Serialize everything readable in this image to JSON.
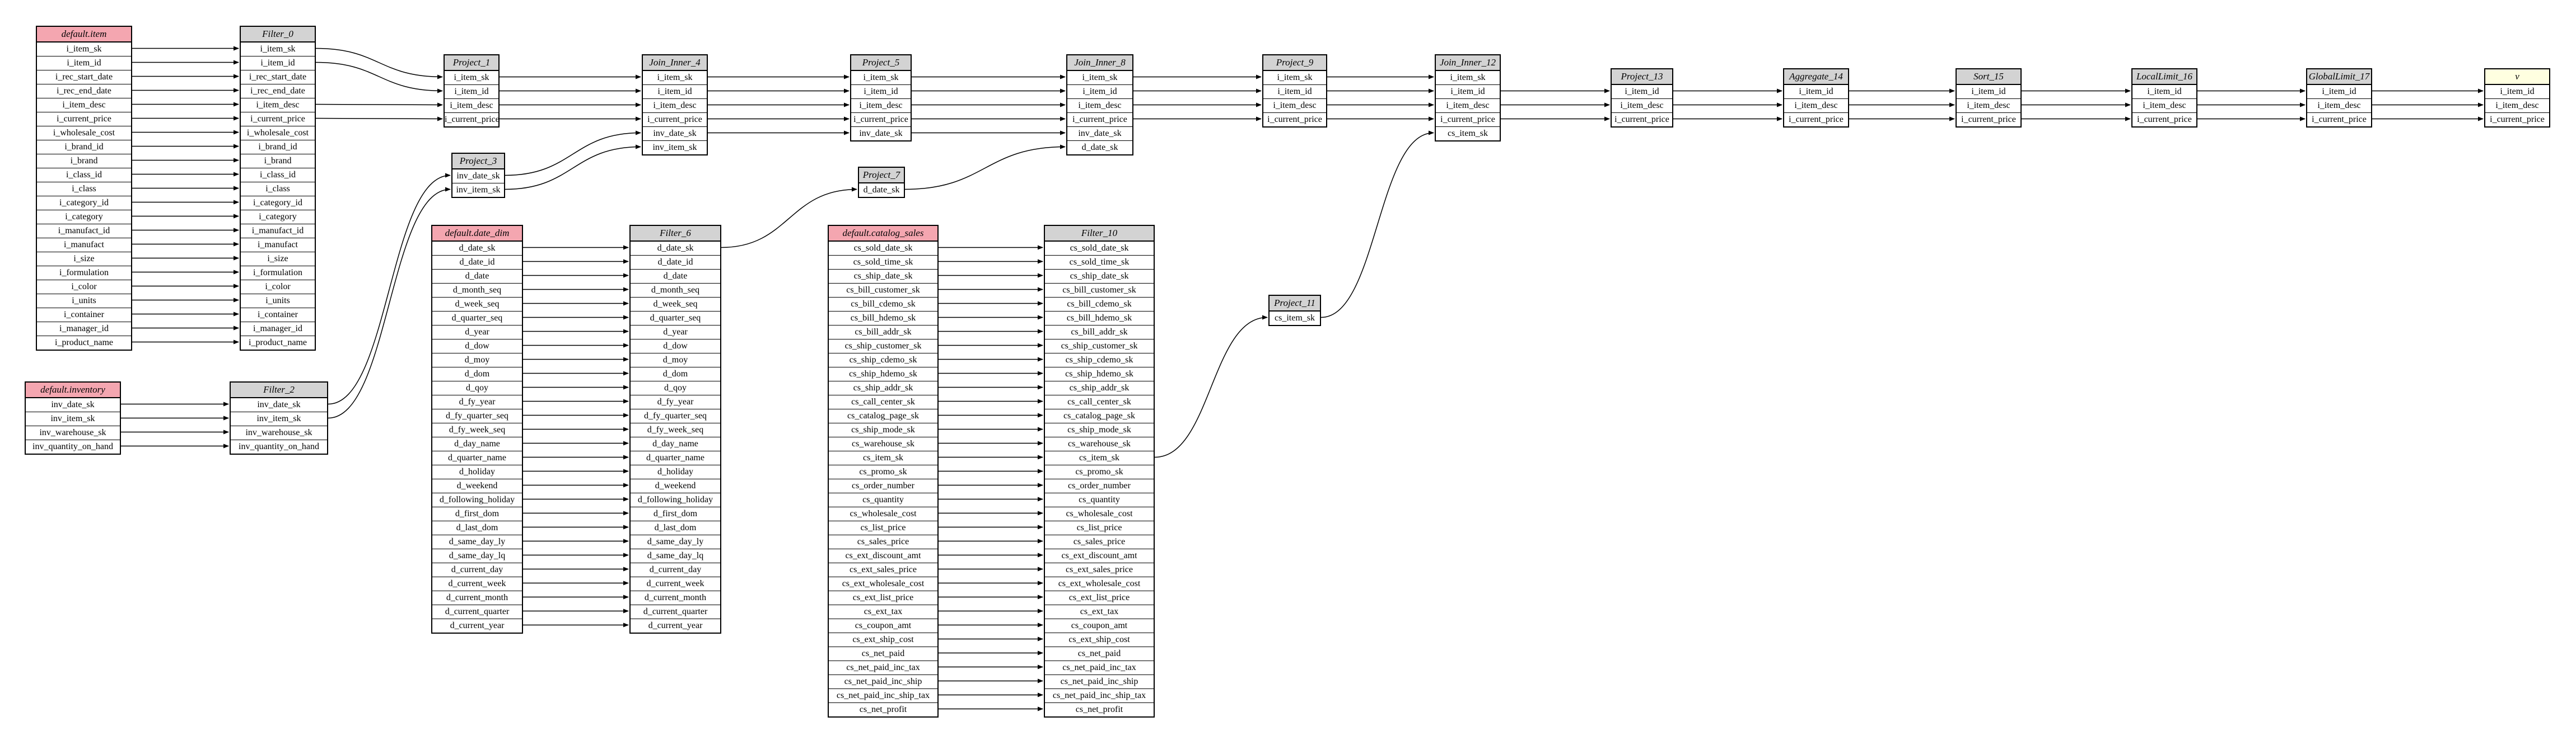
{
  "nodes": [
    {
      "id": "default_item",
      "title": "default.item",
      "kind": "src",
      "cols": [
        "i_item_sk",
        "i_item_id",
        "i_rec_start_date",
        "i_rec_end_date",
        "i_item_desc",
        "i_current_price",
        "i_wholesale_cost",
        "i_brand_id",
        "i_brand",
        "i_class_id",
        "i_class",
        "i_category_id",
        "i_category",
        "i_manufact_id",
        "i_manufact",
        "i_size",
        "i_formulation",
        "i_color",
        "i_units",
        "i_container",
        "i_manager_id",
        "i_product_name"
      ]
    },
    {
      "id": "Filter_0",
      "title": "Filter_0",
      "kind": "op",
      "cols": [
        "i_item_sk",
        "i_item_id",
        "i_rec_start_date",
        "i_rec_end_date",
        "i_item_desc",
        "i_current_price",
        "i_wholesale_cost",
        "i_brand_id",
        "i_brand",
        "i_class_id",
        "i_class",
        "i_category_id",
        "i_category",
        "i_manufact_id",
        "i_manufact",
        "i_size",
        "i_formulation",
        "i_color",
        "i_units",
        "i_container",
        "i_manager_id",
        "i_product_name"
      ]
    },
    {
      "id": "default_inventory",
      "title": "default.inventory",
      "kind": "src",
      "cols": [
        "inv_date_sk",
        "inv_item_sk",
        "inv_warehouse_sk",
        "inv_quantity_on_hand"
      ]
    },
    {
      "id": "Filter_2",
      "title": "Filter_2",
      "kind": "op",
      "cols": [
        "inv_date_sk",
        "inv_item_sk",
        "inv_warehouse_sk",
        "inv_quantity_on_hand"
      ]
    },
    {
      "id": "Project_1",
      "title": "Project_1",
      "kind": "op",
      "cols": [
        "i_item_sk",
        "i_item_id",
        "i_item_desc",
        "i_current_price"
      ]
    },
    {
      "id": "Project_3",
      "title": "Project_3",
      "kind": "op",
      "cols": [
        "inv_date_sk",
        "inv_item_sk"
      ]
    },
    {
      "id": "default_date_dim",
      "title": "default.date_dim",
      "kind": "src",
      "cols": [
        "d_date_sk",
        "d_date_id",
        "d_date",
        "d_month_seq",
        "d_week_seq",
        "d_quarter_seq",
        "d_year",
        "d_dow",
        "d_moy",
        "d_dom",
        "d_qoy",
        "d_fy_year",
        "d_fy_quarter_seq",
        "d_fy_week_seq",
        "d_day_name",
        "d_quarter_name",
        "d_holiday",
        "d_weekend",
        "d_following_holiday",
        "d_first_dom",
        "d_last_dom",
        "d_same_day_ly",
        "d_same_day_lq",
        "d_current_day",
        "d_current_week",
        "d_current_month",
        "d_current_quarter",
        "d_current_year"
      ]
    },
    {
      "id": "Filter_6",
      "title": "Filter_6",
      "kind": "op",
      "cols": [
        "d_date_sk",
        "d_date_id",
        "d_date",
        "d_month_seq",
        "d_week_seq",
        "d_quarter_seq",
        "d_year",
        "d_dow",
        "d_moy",
        "d_dom",
        "d_qoy",
        "d_fy_year",
        "d_fy_quarter_seq",
        "d_fy_week_seq",
        "d_day_name",
        "d_quarter_name",
        "d_holiday",
        "d_weekend",
        "d_following_holiday",
        "d_first_dom",
        "d_last_dom",
        "d_same_day_ly",
        "d_same_day_lq",
        "d_current_day",
        "d_current_week",
        "d_current_month",
        "d_current_quarter",
        "d_current_year"
      ]
    },
    {
      "id": "Join_Inner_4",
      "title": "Join_Inner_4",
      "kind": "op",
      "cols": [
        "i_item_sk",
        "i_item_id",
        "i_item_desc",
        "i_current_price",
        "inv_date_sk",
        "inv_item_sk"
      ]
    },
    {
      "id": "Project_5",
      "title": "Project_5",
      "kind": "op",
      "cols": [
        "i_item_sk",
        "i_item_id",
        "i_item_desc",
        "i_current_price",
        "inv_date_sk"
      ]
    },
    {
      "id": "Project_7",
      "title": "Project_7",
      "kind": "op",
      "cols": [
        "d_date_sk"
      ]
    },
    {
      "id": "default_catalog_sales",
      "title": "default.catalog_sales",
      "kind": "src",
      "cols": [
        "cs_sold_date_sk",
        "cs_sold_time_sk",
        "cs_ship_date_sk",
        "cs_bill_customer_sk",
        "cs_bill_cdemo_sk",
        "cs_bill_hdemo_sk",
        "cs_bill_addr_sk",
        "cs_ship_customer_sk",
        "cs_ship_cdemo_sk",
        "cs_ship_hdemo_sk",
        "cs_ship_addr_sk",
        "cs_call_center_sk",
        "cs_catalog_page_sk",
        "cs_ship_mode_sk",
        "cs_warehouse_sk",
        "cs_item_sk",
        "cs_promo_sk",
        "cs_order_number",
        "cs_quantity",
        "cs_wholesale_cost",
        "cs_list_price",
        "cs_sales_price",
        "cs_ext_discount_amt",
        "cs_ext_sales_price",
        "cs_ext_wholesale_cost",
        "cs_ext_list_price",
        "cs_ext_tax",
        "cs_coupon_amt",
        "cs_ext_ship_cost",
        "cs_net_paid",
        "cs_net_paid_inc_tax",
        "cs_net_paid_inc_ship",
        "cs_net_paid_inc_ship_tax",
        "cs_net_profit"
      ]
    },
    {
      "id": "Filter_10",
      "title": "Filter_10",
      "kind": "op",
      "cols": [
        "cs_sold_date_sk",
        "cs_sold_time_sk",
        "cs_ship_date_sk",
        "cs_bill_customer_sk",
        "cs_bill_cdemo_sk",
        "cs_bill_hdemo_sk",
        "cs_bill_addr_sk",
        "cs_ship_customer_sk",
        "cs_ship_cdemo_sk",
        "cs_ship_hdemo_sk",
        "cs_ship_addr_sk",
        "cs_call_center_sk",
        "cs_catalog_page_sk",
        "cs_ship_mode_sk",
        "cs_warehouse_sk",
        "cs_item_sk",
        "cs_promo_sk",
        "cs_order_number",
        "cs_quantity",
        "cs_wholesale_cost",
        "cs_list_price",
        "cs_sales_price",
        "cs_ext_discount_amt",
        "cs_ext_sales_price",
        "cs_ext_wholesale_cost",
        "cs_ext_list_price",
        "cs_ext_tax",
        "cs_coupon_amt",
        "cs_ext_ship_cost",
        "cs_net_paid",
        "cs_net_paid_inc_tax",
        "cs_net_paid_inc_ship",
        "cs_net_paid_inc_ship_tax",
        "cs_net_profit"
      ]
    },
    {
      "id": "Join_Inner_8",
      "title": "Join_Inner_8",
      "kind": "op",
      "cols": [
        "i_item_sk",
        "i_item_id",
        "i_item_desc",
        "i_current_price",
        "inv_date_sk",
        "d_date_sk"
      ]
    },
    {
      "id": "Project_9",
      "title": "Project_9",
      "kind": "op",
      "cols": [
        "i_item_sk",
        "i_item_id",
        "i_item_desc",
        "i_current_price"
      ]
    },
    {
      "id": "Project_11",
      "title": "Project_11",
      "kind": "op",
      "cols": [
        "cs_item_sk"
      ]
    },
    {
      "id": "Join_Inner_12",
      "title": "Join_Inner_12",
      "kind": "op",
      "cols": [
        "i_item_sk",
        "i_item_id",
        "i_item_desc",
        "i_current_price",
        "cs_item_sk"
      ]
    },
    {
      "id": "Project_13",
      "title": "Project_13",
      "kind": "op",
      "cols": [
        "i_item_id",
        "i_item_desc",
        "i_current_price"
      ]
    },
    {
      "id": "Aggregate_14",
      "title": "Aggregate_14",
      "kind": "op",
      "cols": [
        "i_item_id",
        "i_item_desc",
        "i_current_price"
      ]
    },
    {
      "id": "Sort_15",
      "title": "Sort_15",
      "kind": "op",
      "cols": [
        "i_item_id",
        "i_item_desc",
        "i_current_price"
      ]
    },
    {
      "id": "LocalLimit_16",
      "title": "LocalLimit_16",
      "kind": "op",
      "cols": [
        "i_item_id",
        "i_item_desc",
        "i_current_price"
      ]
    },
    {
      "id": "GlobalLimit_17",
      "title": "GlobalLimit_17",
      "kind": "op",
      "cols": [
        "i_item_id",
        "i_item_desc",
        "i_current_price"
      ]
    },
    {
      "id": "v",
      "title": "v",
      "kind": "sink",
      "cols": [
        "i_item_id",
        "i_item_desc",
        "i_current_price"
      ]
    }
  ],
  "edges": [
    [
      "default_item",
      0,
      "Filter_0",
      0
    ],
    [
      "default_item",
      1,
      "Filter_0",
      1
    ],
    [
      "default_item",
      2,
      "Filter_0",
      2
    ],
    [
      "default_item",
      3,
      "Filter_0",
      3
    ],
    [
      "default_item",
      4,
      "Filter_0",
      4
    ],
    [
      "default_item",
      5,
      "Filter_0",
      5
    ],
    [
      "default_item",
      6,
      "Filter_0",
      6
    ],
    [
      "default_item",
      7,
      "Filter_0",
      7
    ],
    [
      "default_item",
      8,
      "Filter_0",
      8
    ],
    [
      "default_item",
      9,
      "Filter_0",
      9
    ],
    [
      "default_item",
      10,
      "Filter_0",
      10
    ],
    [
      "default_item",
      11,
      "Filter_0",
      11
    ],
    [
      "default_item",
      12,
      "Filter_0",
      12
    ],
    [
      "default_item",
      13,
      "Filter_0",
      13
    ],
    [
      "default_item",
      14,
      "Filter_0",
      14
    ],
    [
      "default_item",
      15,
      "Filter_0",
      15
    ],
    [
      "default_item",
      16,
      "Filter_0",
      16
    ],
    [
      "default_item",
      17,
      "Filter_0",
      17
    ],
    [
      "default_item",
      18,
      "Filter_0",
      18
    ],
    [
      "default_item",
      19,
      "Filter_0",
      19
    ],
    [
      "default_item",
      20,
      "Filter_0",
      20
    ],
    [
      "default_item",
      21,
      "Filter_0",
      21
    ],
    [
      "default_inventory",
      0,
      "Filter_2",
      0
    ],
    [
      "default_inventory",
      1,
      "Filter_2",
      1
    ],
    [
      "default_inventory",
      2,
      "Filter_2",
      2
    ],
    [
      "default_inventory",
      3,
      "Filter_2",
      3
    ],
    [
      "Filter_0",
      0,
      "Project_1",
      0
    ],
    [
      "Filter_0",
      1,
      "Project_1",
      1
    ],
    [
      "Filter_0",
      4,
      "Project_1",
      2
    ],
    [
      "Filter_0",
      5,
      "Project_1",
      3
    ],
    [
      "Filter_2",
      0,
      "Project_3",
      0
    ],
    [
      "Filter_2",
      1,
      "Project_3",
      1
    ],
    [
      "default_date_dim",
      0,
      "Filter_6",
      0
    ],
    [
      "default_date_dim",
      1,
      "Filter_6",
      1
    ],
    [
      "default_date_dim",
      2,
      "Filter_6",
      2
    ],
    [
      "default_date_dim",
      3,
      "Filter_6",
      3
    ],
    [
      "default_date_dim",
      4,
      "Filter_6",
      4
    ],
    [
      "default_date_dim",
      5,
      "Filter_6",
      5
    ],
    [
      "default_date_dim",
      6,
      "Filter_6",
      6
    ],
    [
      "default_date_dim",
      7,
      "Filter_6",
      7
    ],
    [
      "default_date_dim",
      8,
      "Filter_6",
      8
    ],
    [
      "default_date_dim",
      9,
      "Filter_6",
      9
    ],
    [
      "default_date_dim",
      10,
      "Filter_6",
      10
    ],
    [
      "default_date_dim",
      11,
      "Filter_6",
      11
    ],
    [
      "default_date_dim",
      12,
      "Filter_6",
      12
    ],
    [
      "default_date_dim",
      13,
      "Filter_6",
      13
    ],
    [
      "default_date_dim",
      14,
      "Filter_6",
      14
    ],
    [
      "default_date_dim",
      15,
      "Filter_6",
      15
    ],
    [
      "default_date_dim",
      16,
      "Filter_6",
      16
    ],
    [
      "default_date_dim",
      17,
      "Filter_6",
      17
    ],
    [
      "default_date_dim",
      18,
      "Filter_6",
      18
    ],
    [
      "default_date_dim",
      19,
      "Filter_6",
      19
    ],
    [
      "default_date_dim",
      20,
      "Filter_6",
      20
    ],
    [
      "default_date_dim",
      21,
      "Filter_6",
      21
    ],
    [
      "default_date_dim",
      22,
      "Filter_6",
      22
    ],
    [
      "default_date_dim",
      23,
      "Filter_6",
      23
    ],
    [
      "default_date_dim",
      24,
      "Filter_6",
      24
    ],
    [
      "default_date_dim",
      25,
      "Filter_6",
      25
    ],
    [
      "default_date_dim",
      26,
      "Filter_6",
      26
    ],
    [
      "default_date_dim",
      27,
      "Filter_6",
      27
    ],
    [
      "Project_1",
      0,
      "Join_Inner_4",
      0
    ],
    [
      "Project_1",
      1,
      "Join_Inner_4",
      1
    ],
    [
      "Project_1",
      2,
      "Join_Inner_4",
      2
    ],
    [
      "Project_1",
      3,
      "Join_Inner_4",
      3
    ],
    [
      "Project_3",
      0,
      "Join_Inner_4",
      4
    ],
    [
      "Project_3",
      1,
      "Join_Inner_4",
      5
    ],
    [
      "Join_Inner_4",
      0,
      "Project_5",
      0
    ],
    [
      "Join_Inner_4",
      1,
      "Project_5",
      1
    ],
    [
      "Join_Inner_4",
      2,
      "Project_5",
      2
    ],
    [
      "Join_Inner_4",
      3,
      "Project_5",
      3
    ],
    [
      "Join_Inner_4",
      4,
      "Project_5",
      4
    ],
    [
      "Filter_6",
      0,
      "Project_7",
      0
    ],
    [
      "default_catalog_sales",
      0,
      "Filter_10",
      0
    ],
    [
      "default_catalog_sales",
      1,
      "Filter_10",
      1
    ],
    [
      "default_catalog_sales",
      2,
      "Filter_10",
      2
    ],
    [
      "default_catalog_sales",
      3,
      "Filter_10",
      3
    ],
    [
      "default_catalog_sales",
      4,
      "Filter_10",
      4
    ],
    [
      "default_catalog_sales",
      5,
      "Filter_10",
      5
    ],
    [
      "default_catalog_sales",
      6,
      "Filter_10",
      6
    ],
    [
      "default_catalog_sales",
      7,
      "Filter_10",
      7
    ],
    [
      "default_catalog_sales",
      8,
      "Filter_10",
      8
    ],
    [
      "default_catalog_sales",
      9,
      "Filter_10",
      9
    ],
    [
      "default_catalog_sales",
      10,
      "Filter_10",
      10
    ],
    [
      "default_catalog_sales",
      11,
      "Filter_10",
      11
    ],
    [
      "default_catalog_sales",
      12,
      "Filter_10",
      12
    ],
    [
      "default_catalog_sales",
      13,
      "Filter_10",
      13
    ],
    [
      "default_catalog_sales",
      14,
      "Filter_10",
      14
    ],
    [
      "default_catalog_sales",
      15,
      "Filter_10",
      15
    ],
    [
      "default_catalog_sales",
      16,
      "Filter_10",
      16
    ],
    [
      "default_catalog_sales",
      17,
      "Filter_10",
      17
    ],
    [
      "default_catalog_sales",
      18,
      "Filter_10",
      18
    ],
    [
      "default_catalog_sales",
      19,
      "Filter_10",
      19
    ],
    [
      "default_catalog_sales",
      20,
      "Filter_10",
      20
    ],
    [
      "default_catalog_sales",
      21,
      "Filter_10",
      21
    ],
    [
      "default_catalog_sales",
      22,
      "Filter_10",
      22
    ],
    [
      "default_catalog_sales",
      23,
      "Filter_10",
      23
    ],
    [
      "default_catalog_sales",
      24,
      "Filter_10",
      24
    ],
    [
      "default_catalog_sales",
      25,
      "Filter_10",
      25
    ],
    [
      "default_catalog_sales",
      26,
      "Filter_10",
      26
    ],
    [
      "default_catalog_sales",
      27,
      "Filter_10",
      27
    ],
    [
      "default_catalog_sales",
      28,
      "Filter_10",
      28
    ],
    [
      "default_catalog_sales",
      29,
      "Filter_10",
      29
    ],
    [
      "default_catalog_sales",
      30,
      "Filter_10",
      30
    ],
    [
      "default_catalog_sales",
      31,
      "Filter_10",
      31
    ],
    [
      "default_catalog_sales",
      32,
      "Filter_10",
      32
    ],
    [
      "default_catalog_sales",
      33,
      "Filter_10",
      33
    ],
    [
      "Project_5",
      0,
      "Join_Inner_8",
      0
    ],
    [
      "Project_5",
      1,
      "Join_Inner_8",
      1
    ],
    [
      "Project_5",
      2,
      "Join_Inner_8",
      2
    ],
    [
      "Project_5",
      3,
      "Join_Inner_8",
      3
    ],
    [
      "Project_5",
      4,
      "Join_Inner_8",
      4
    ],
    [
      "Project_7",
      0,
      "Join_Inner_8",
      5
    ],
    [
      "Join_Inner_8",
      0,
      "Project_9",
      0
    ],
    [
      "Join_Inner_8",
      1,
      "Project_9",
      1
    ],
    [
      "Join_Inner_8",
      2,
      "Project_9",
      2
    ],
    [
      "Join_Inner_8",
      3,
      "Project_9",
      3
    ],
    [
      "Filter_10",
      15,
      "Project_11",
      0
    ],
    [
      "Project_9",
      0,
      "Join_Inner_12",
      0
    ],
    [
      "Project_9",
      1,
      "Join_Inner_12",
      1
    ],
    [
      "Project_9",
      2,
      "Join_Inner_12",
      2
    ],
    [
      "Project_9",
      3,
      "Join_Inner_12",
      3
    ],
    [
      "Project_11",
      0,
      "Join_Inner_12",
      4
    ],
    [
      "Join_Inner_12",
      1,
      "Project_13",
      0
    ],
    [
      "Join_Inner_12",
      2,
      "Project_13",
      1
    ],
    [
      "Join_Inner_12",
      3,
      "Project_13",
      2
    ],
    [
      "Project_13",
      0,
      "Aggregate_14",
      0
    ],
    [
      "Project_13",
      1,
      "Aggregate_14",
      1
    ],
    [
      "Project_13",
      2,
      "Aggregate_14",
      2
    ],
    [
      "Aggregate_14",
      0,
      "Sort_15",
      0
    ],
    [
      "Aggregate_14",
      1,
      "Sort_15",
      1
    ],
    [
      "Aggregate_14",
      2,
      "Sort_15",
      2
    ],
    [
      "Sort_15",
      0,
      "LocalLimit_16",
      0
    ],
    [
      "Sort_15",
      1,
      "LocalLimit_16",
      1
    ],
    [
      "Sort_15",
      2,
      "LocalLimit_16",
      2
    ],
    [
      "LocalLimit_16",
      0,
      "GlobalLimit_17",
      0
    ],
    [
      "LocalLimit_16",
      1,
      "GlobalLimit_17",
      1
    ],
    [
      "LocalLimit_16",
      2,
      "GlobalLimit_17",
      2
    ],
    [
      "GlobalLimit_17",
      0,
      "v",
      0
    ],
    [
      "GlobalLimit_17",
      1,
      "v",
      1
    ],
    [
      "GlobalLimit_17",
      2,
      "v",
      2
    ]
  ]
}
